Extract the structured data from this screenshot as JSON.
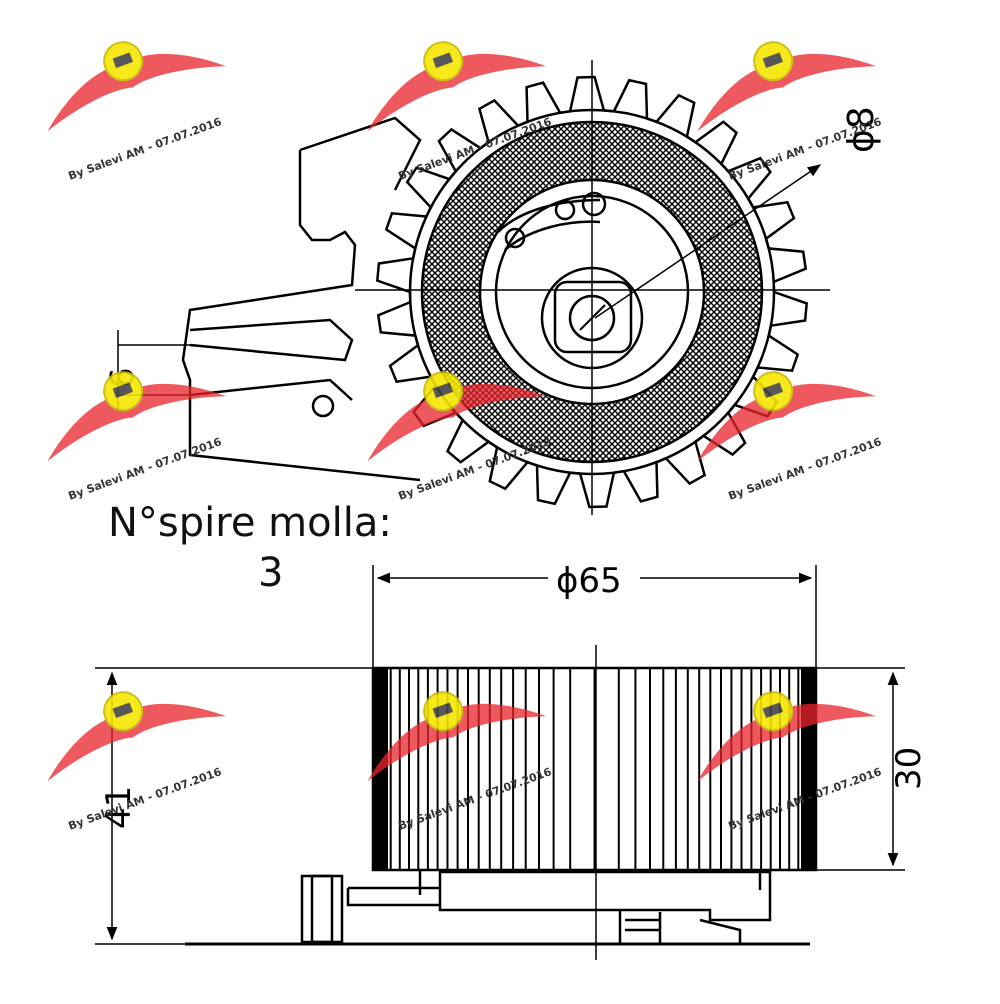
{
  "notes": {
    "spring_turns_label": "N°spire molla:",
    "spring_turns_value": "3"
  },
  "dimensions": {
    "hole_diameter": "ϕ8",
    "bracket_gap": "6",
    "pulley_diameter": "ϕ65",
    "pulley_width": "30",
    "total_height": "41"
  },
  "watermark": {
    "text": "By Salevi AM - 07.07.2016",
    "badge_color": "#f5e600",
    "wing_color": "#e8262b"
  }
}
